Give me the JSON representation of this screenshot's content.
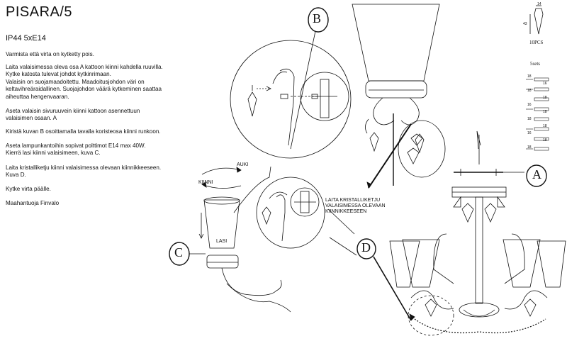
{
  "header": {
    "title": "PISARA/5",
    "subtitle": "IP44 5xE14"
  },
  "instructions": [
    "Varmista että virta on kytketty pois.",
    "Laita valaisimessa oleva osa A kattoon kiinni kahdella ruuvilla.\nKytke katosta tulevat johdot kytkinrimaan.\nValaisin on suojamaadoitettu. Maadoitusjohdon väri on\nkeltavihreäraidallinen. Suojajohdon väärä kytkeminen saattaa\naiheuttaa hengenvaaran.",
    "Aseta valaisin sivuruuvein kiinni kattoon asennettuun\nvalaisimen osaan. A",
    "Kiristä kuvan B osoittamalla tavalla koristeosa kiinni runkoon.",
    "Aseta lampunkantoihin sopivat polttimot E14 max 40W.\nKierrä lasi kiinni valaisimeen, kuva C.",
    "Laita kristalliketju kiinni valaisimessa olevaan kiinnikkeeseen.\nKuva D.",
    "Kytke virta päälle.",
    "Maahantuoja Finvalo"
  ],
  "callouts": {
    "step_a": "A",
    "step_b": "B",
    "step_c": "C",
    "step_d": "D"
  },
  "labels": {
    "auki": "AUKI",
    "kiinni": "KIINNI",
    "lasi": "LASI",
    "crystal_note": "LAITA KRISTALLIKETJU\nVALAISIMESSA OLEVAAN\nKIINNIKKEESEEN"
  },
  "parts": {
    "crystal_count": "10PCS",
    "chain_sets": "5sets",
    "dim_width": "14",
    "dim_height": "43",
    "chain_dims": [
      "18",
      "16",
      "18",
      "18",
      "16",
      "18",
      "18",
      "18",
      "16",
      "18",
      "18"
    ]
  }
}
